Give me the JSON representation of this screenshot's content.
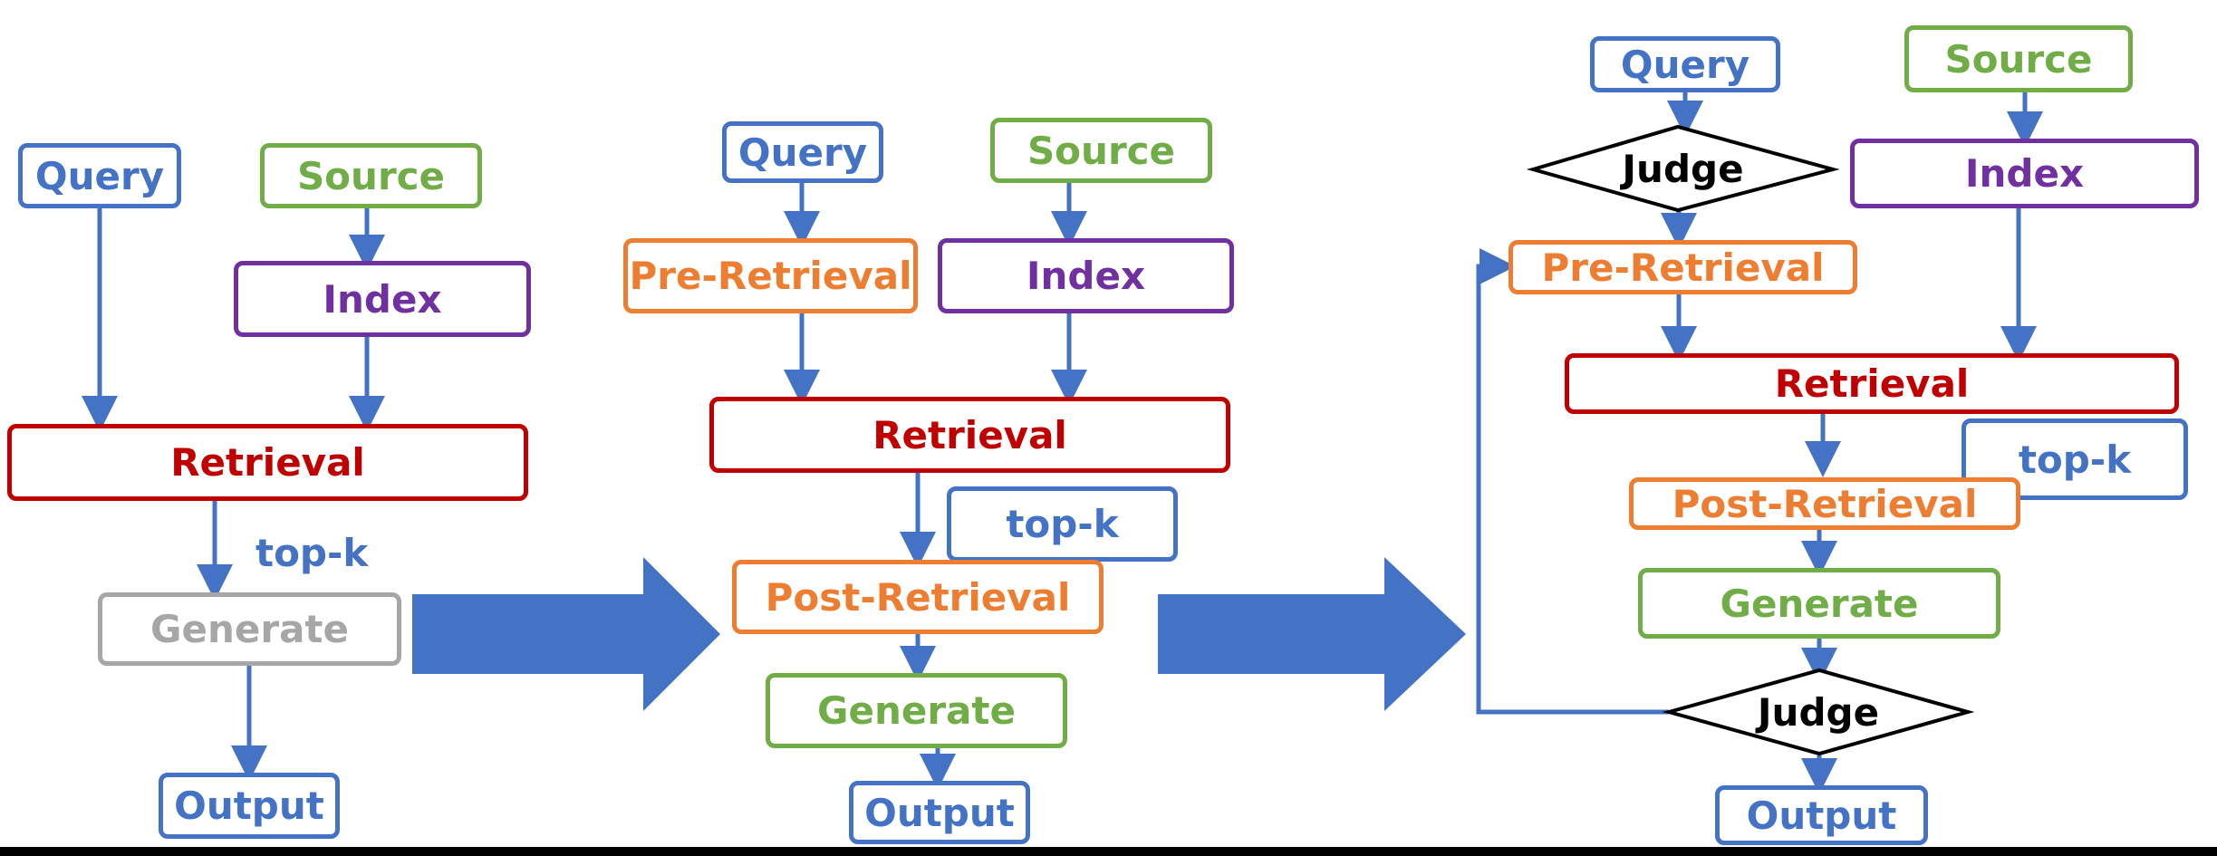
{
  "colors": {
    "query_output_topk": "#4472C4",
    "source_generate": "#70AD47",
    "index": "#7030A0",
    "retrieval": "#C00000",
    "pre_post_retrieval": "#ED7D31",
    "naive_generate": "#A6A6A6",
    "arrow": "#4472C4",
    "judge": "#000000"
  },
  "panel1": {
    "query": "Query",
    "source": "Source",
    "index": "Index",
    "retrieval": "Retrieval",
    "topk": "top-k",
    "generate": "Generate",
    "output": "Output"
  },
  "panel2": {
    "query": "Query",
    "source": "Source",
    "pre_retrieval": "Pre-Retrieval",
    "index": "Index",
    "retrieval": "Retrieval",
    "topk": "top-k",
    "post_retrieval": "Post-Retrieval",
    "generate": "Generate",
    "output": "Output"
  },
  "panel3": {
    "query": "Query",
    "source": "Source",
    "judge_top": "Judge",
    "index": "Index",
    "pre_retrieval": "Pre-Retrieval",
    "retrieval": "Retrieval",
    "topk": "top-k",
    "post_retrieval": "Post-Retrieval",
    "generate": "Generate",
    "judge_bottom": "Judge",
    "output": "Output"
  }
}
